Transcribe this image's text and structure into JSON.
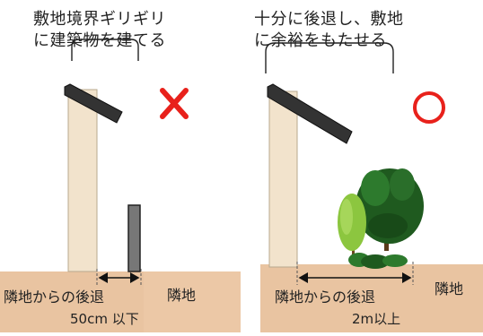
{
  "left_panel": {
    "caption_line1": "敷地境界ギリギリ",
    "caption_line2": "に建築物を建てる",
    "verdict_symbol": "✕",
    "setback_label": "隣地からの後退",
    "setback_value": "50cm 以下",
    "neighbor_label": "隣地"
  },
  "right_panel": {
    "caption_line1": "十分に後退し、敷地",
    "caption_line2": "に余裕をもたせる",
    "verdict_symbol": "○",
    "setback_label": "隣地からの後退",
    "setback_value": "2m以上",
    "neighbor_label": "隣地"
  },
  "colors": {
    "ground": "#e9c4a1",
    "wall": "#f2e3cc",
    "roof": "#333333",
    "cross": "#e8211b",
    "circle": "#e8211b",
    "tree_dark": "#1f5a1f",
    "tree_light": "#8cc63f"
  }
}
